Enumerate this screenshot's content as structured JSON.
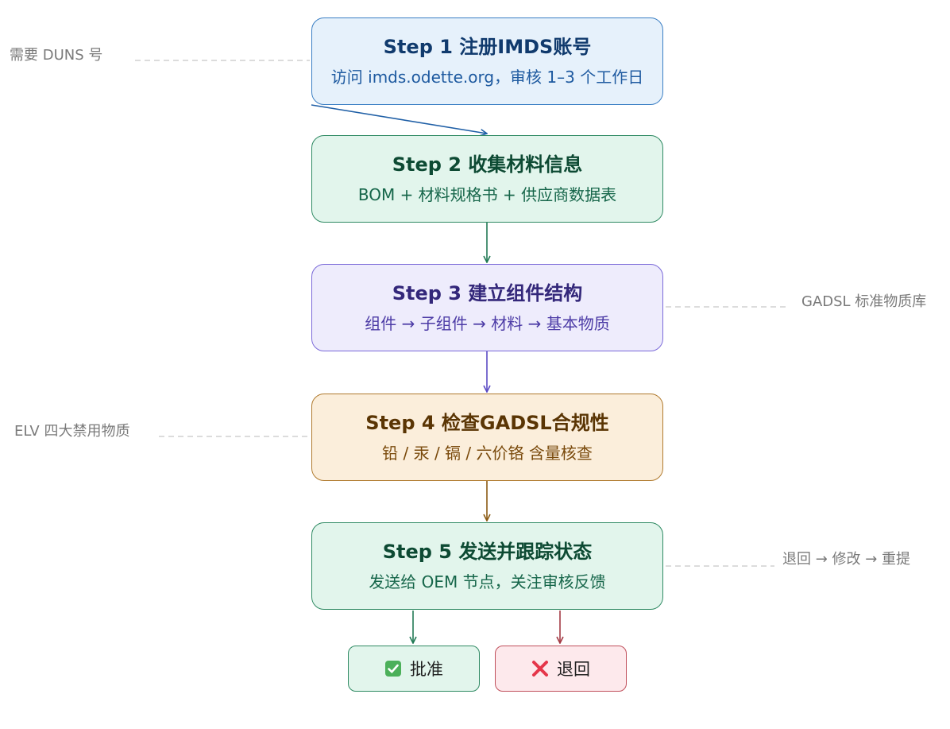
{
  "steps": [
    {
      "title": "Step 1  注册IMDS账号",
      "subtitle": "访问 imds.odette.org，审核 1–3 个工作日"
    },
    {
      "title": "Step 2  收集材料信息",
      "subtitle": "BOM + 材料规格书 + 供应商数据表"
    },
    {
      "title": "Step 3  建立组件结构",
      "subtitle": "组件 → 子组件 → 材料 → 基本物质"
    },
    {
      "title": "Step 4  检查GADSL合规性",
      "subtitle": "铅 / 汞 / 镉 / 六价铬 含量核查"
    },
    {
      "title": "Step 5  发送并跟踪状态",
      "subtitle": "发送给 OEM 节点，关注审核反馈"
    }
  ],
  "outcomes": {
    "approve": {
      "label": "批准",
      "icon": "check-mark-icon"
    },
    "reject": {
      "label": "退回",
      "icon": "cross-mark-icon"
    }
  },
  "notes": [
    {
      "text": "需要 DUNS 号"
    },
    {
      "text": "GADSL 标准物质库"
    },
    {
      "text": "ELV 四大禁用物质"
    },
    {
      "text": "退回 → 修改 → 重提"
    }
  ],
  "colors": {
    "blue_accent": "#1f5fa6",
    "green_accent": "#217a55",
    "purple_accent": "#5b4bc4",
    "orange_accent": "#8a5a12",
    "red_accent": "#a33a44",
    "note_line": "#c8c8c8"
  }
}
